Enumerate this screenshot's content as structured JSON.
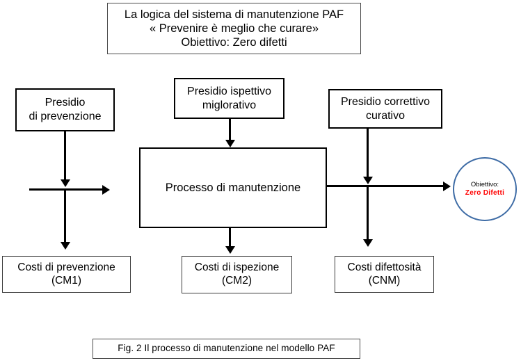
{
  "figure": {
    "title_box": {
      "line1": "La logica del sistema di manutenzione PAF",
      "line2": "« Prevenire è meglio che curare»",
      "line3": "Obiettivo: Zero difetti"
    },
    "caption": "Fig. 2 Il processo di manutenzione nel modello PAF",
    "nodes": {
      "presidio_prevenzione": {
        "line1": "Presidio",
        "line2": "di prevenzione"
      },
      "presidio_ispettivo": {
        "line1": "Presidio ispettivo",
        "line2": "miglorativo"
      },
      "presidio_correttivo": {
        "line1": "Presidio correttivo",
        "line2": "curativo"
      },
      "processo": {
        "line1": "Processo di manutenzione"
      },
      "costi_prevenzione": {
        "line1": "Costi di prevenzione",
        "line2": "(CM1)"
      },
      "costi_ispezione": {
        "line1": "Costi di ispezione",
        "line2": "(CM2)"
      },
      "costi_difettosita": {
        "line1": "Costi difettosità",
        "line2": "(CNM)"
      },
      "obiettivo_circle": {
        "line1": "Obiettivo:",
        "line2": "Zero  Difetti"
      }
    },
    "colors": {
      "circle_border": "#3d6ba5",
      "goal_text": "#ff0000",
      "line": "#000000",
      "box_border": "#000000"
    }
  }
}
